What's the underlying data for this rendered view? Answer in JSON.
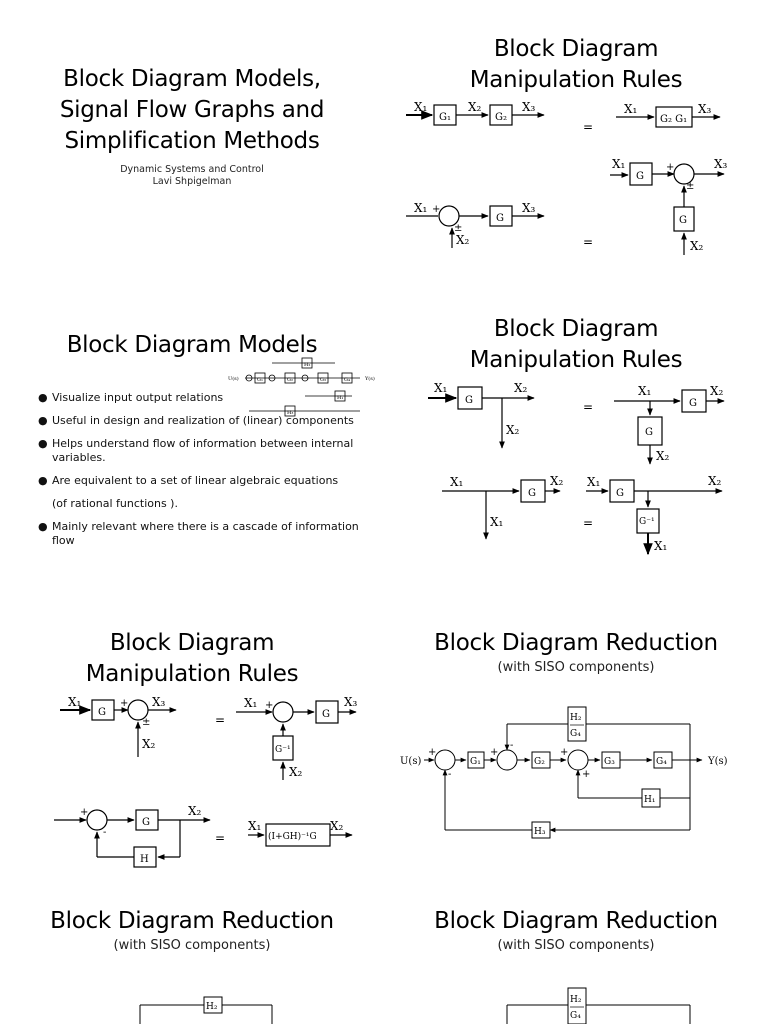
{
  "slides": {
    "s1": {
      "title_lines": [
        "Block Diagram Models,",
        "Signal Flow Graphs and",
        "Simplification Methods"
      ],
      "course": "Dynamic Systems and Control",
      "author": "Lavi Shpigelman"
    },
    "s2": {
      "title_lines": [
        "Block Diagram",
        "Manipulation Rules"
      ],
      "labels": {
        "x1": "X₁",
        "x2": "X₂",
        "x3": "X₃",
        "g": "G",
        "g1": "G₁",
        "g2": "G₂",
        "g2g1": "G₂ G₁",
        "plus": "+",
        "pm": "±",
        "eq": "="
      }
    },
    "s3": {
      "title": "Block Diagram Models",
      "bullet": "●",
      "bullets": [
        "Visualize input output relations",
        "Useful in design and realization of (linear) components",
        "Helps understand flow of information between internal variables.",
        "Are equivalent to a set of linear algebraic equations"
      ],
      "continuation": "(of rational functions ).",
      "last_bullet": "Mainly relevant where there is a cascade of information flow",
      "mini": {
        "u": "U(s)",
        "y": "Y(s)",
        "g1": "G₁",
        "g2": "G₂",
        "g3": "G₃",
        "g4": "G₄",
        "h1": "H₁",
        "h2": "H₂",
        "h3": "H₃"
      }
    },
    "s4": {
      "title_lines": [
        "Block Diagram",
        "Manipulation Rules"
      ],
      "labels": {
        "x1": "X₁",
        "x2": "X₂",
        "g": "G",
        "ginv": "G⁻¹",
        "eq": "="
      }
    },
    "s5": {
      "title_lines": [
        "Block Diagram",
        "Manipulation Rules"
      ],
      "labels": {
        "x1": "X₁",
        "x2": "X₂",
        "x3": "X₃",
        "g": "G",
        "ginv": "G⁻¹",
        "h": "H",
        "closed": "(I+GH)⁻¹G",
        "plus": "+",
        "minus": "-",
        "pm": "±",
        "eq": "="
      }
    },
    "s6": {
      "title": "Block Diagram Reduction",
      "subtitle": "(with SISO components)",
      "labels": {
        "u": "U(s)",
        "y": "Y(s)",
        "g1": "G₁",
        "g2": "G₂",
        "g3": "G₃",
        "g4": "G₄",
        "h1": "H₁",
        "h2": "H₂",
        "g4b": "G₄",
        "h3": "H₃",
        "plus": "+",
        "minus": "-"
      }
    },
    "s7": {
      "title": "Block Diagram Reduction",
      "subtitle": "(with SISO components)",
      "labels": {
        "h2": "H₂"
      }
    },
    "s8": {
      "title": "Block Diagram Reduction",
      "subtitle": "(with SISO components)",
      "labels": {
        "h2": "H₂",
        "g4": "G₄"
      }
    }
  }
}
